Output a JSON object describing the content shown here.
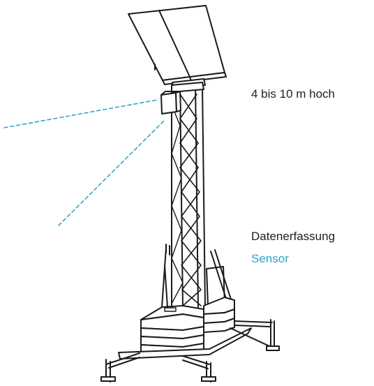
{
  "labels": {
    "height": "4 bis 10 m hoch",
    "data_collection": "Datenerfassung",
    "sensor": "Sensor"
  },
  "colors": {
    "outline": "#1a1a1a",
    "accent": "#2aa6cc",
    "background": "#ffffff"
  },
  "icons": {
    "solar_panel": "solar-panel-icon",
    "mast": "lattice-mast-icon",
    "sensor_box": "sensor-box-icon",
    "trailer_base": "trailer-base-icon"
  }
}
